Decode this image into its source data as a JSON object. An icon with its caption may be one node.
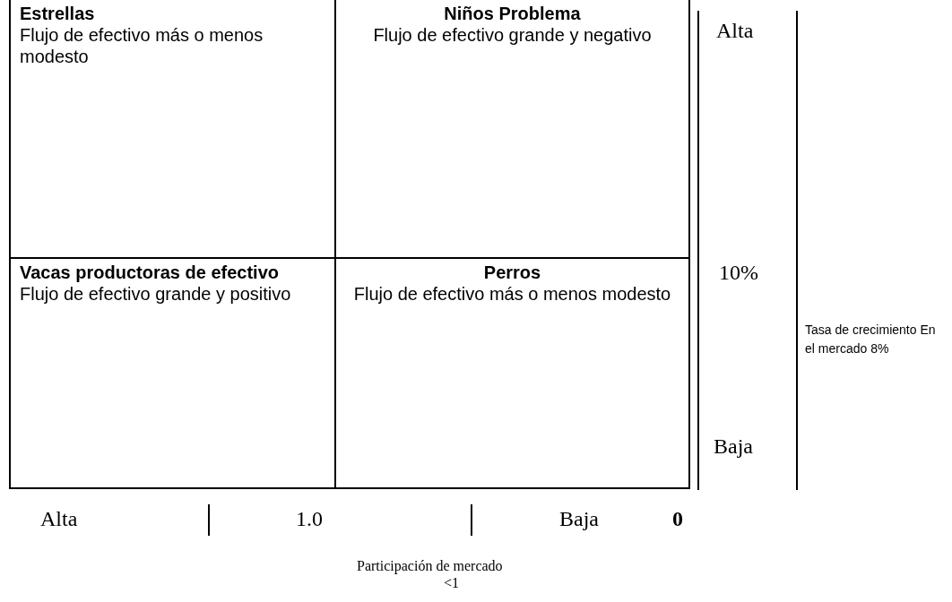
{
  "diagram": {
    "nodes": [
      {
        "text": [
          "Estrellas",
          "Flujo de efectivo más o menos modesto"
        ]
      },
      {
        "text": [
          "Niños Problema",
          "Flujo de efectivo grande y negativo"
        ]
      },
      {
        "text": [
          "Vacas productoras de efectivo",
          "Flujo de efectivo grande y positivo"
        ]
      },
      {
        "text": [
          "Perros",
          "Flujo de efectivo más o menos modesto"
        ]
      }
    ],
    "labels": [
      "Alta",
      "10%",
      "Baja",
      "Tasa de crecimiento En el mercado 8%",
      "Alta",
      "1.0",
      "Baja",
      "0",
      "Participación de mercado",
      "<1"
    ]
  }
}
